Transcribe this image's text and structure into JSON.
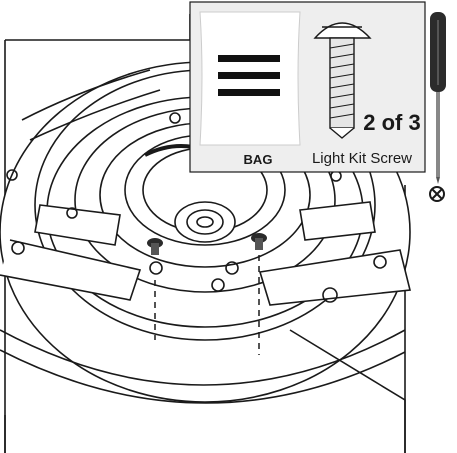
{
  "callout": {
    "bag_label": "BAG",
    "part_name": "Light Kit Screw",
    "quantity": "2 of 3"
  },
  "icons": {
    "bag": "bag-with-three-bars-icon",
    "screw": "round-head-screw-icon",
    "tool": "phillips-screwdriver-icon",
    "tool_tip": "phillips-head-symbol-icon"
  },
  "colors": {
    "line": "#1a1a1a",
    "callout_fill": "#eeeeee",
    "bag_fill": "#ffffff",
    "screwdriver_handle": "#2b2b2b"
  }
}
